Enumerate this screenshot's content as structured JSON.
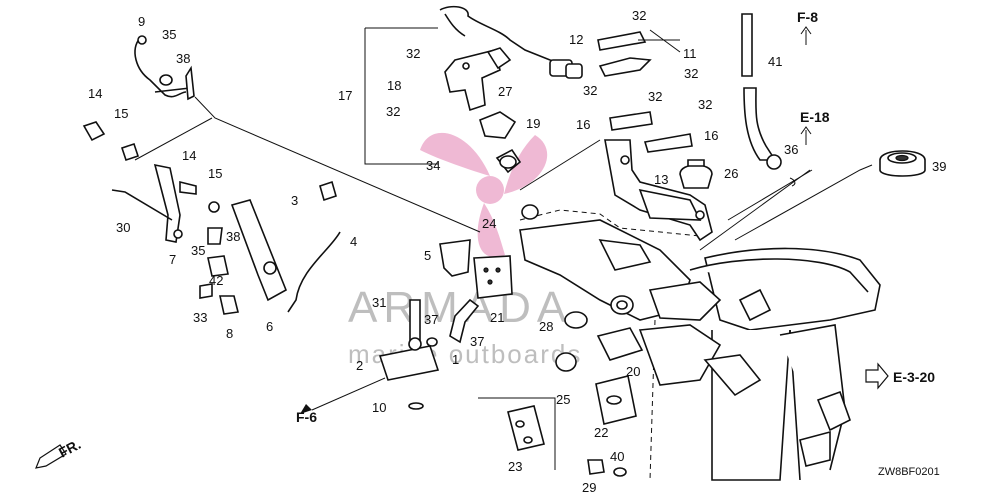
{
  "diagram": {
    "drawing_code": "ZW8BF0201",
    "watermark": {
      "brand": "ARMADA",
      "tagline": "marine outboards"
    },
    "fr_label": "FR.",
    "references": [
      "F-8",
      "E-18",
      "E-3-20",
      "F-6"
    ],
    "part_numbers": [
      "1",
      "2",
      "3",
      "4",
      "5",
      "6",
      "7",
      "8",
      "9",
      "10",
      "11",
      "12",
      "13",
      "14",
      "14",
      "15",
      "15",
      "16",
      "16",
      "17",
      "18",
      "19",
      "20",
      "21",
      "22",
      "23",
      "24",
      "25",
      "26",
      "27",
      "28",
      "29",
      "30",
      "31",
      "32",
      "32",
      "32",
      "32",
      "32",
      "32",
      "32",
      "33",
      "34",
      "35",
      "35",
      "36",
      "37",
      "37",
      "38",
      "38",
      "39",
      "40",
      "41",
      "42"
    ]
  }
}
